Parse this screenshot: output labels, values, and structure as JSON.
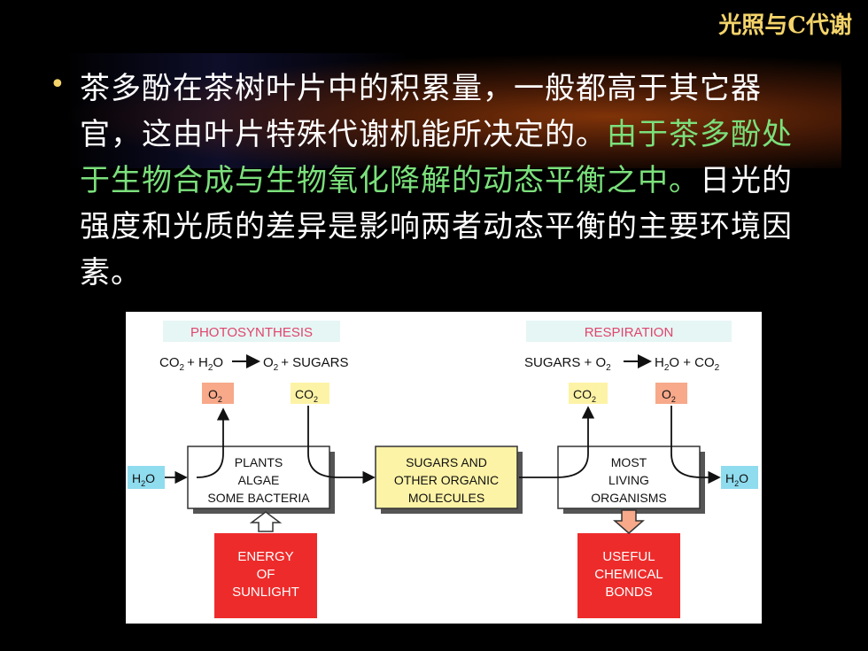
{
  "header": {
    "title": "光照与C代谢"
  },
  "paragraph": {
    "part1": "茶多酚在茶树叶片中的积累量，一般都高于其它器官，这由叶片特殊代谢机能所决定的。",
    "part2": "由于茶多酚处于生物合成与生物氧化降解的动态平衡之中。",
    "part3": "日光的强度和光质的差异是影响两者动态平衡的主要环境因素。"
  },
  "diagram": {
    "photosynthesis_label": "PHOTOSYNTHESIS",
    "respiration_label": "RESPIRATION",
    "photo_eq": {
      "co2": "CO",
      "plus1": "+ H",
      "o": "O",
      "o2": "O",
      "sugars": "+ SUGARS",
      "sub2": "2"
    },
    "resp_eq": {
      "sugars": "SUGARS + O",
      "h2o": "H",
      "o": "O + CO",
      "sub2": "2"
    },
    "o2": "O",
    "co2": "CO",
    "h2o": "H",
    "h2o_o": "O",
    "sub2": "2",
    "box_plants": [
      "PLANTS",
      "ALGAE",
      "SOME BACTERIA"
    ],
    "box_sugars": [
      "SUGARS AND",
      "OTHER ORGANIC",
      "MOLECULES"
    ],
    "box_organisms": [
      "MOST",
      "LIVING",
      "ORGANISMS"
    ],
    "box_energy": [
      "ENERGY",
      "OF",
      "SUNLIGHT"
    ],
    "box_bonds": [
      "USEFUL",
      "CHEMICAL",
      "BONDS"
    ],
    "colors": {
      "red": "#ee2b2b",
      "yellow": "#fdf3a6",
      "cyan": "#8fdcef",
      "salmon": "#f7a98a",
      "label": "#e0456e",
      "labelbg": "#e6f6f4"
    }
  }
}
